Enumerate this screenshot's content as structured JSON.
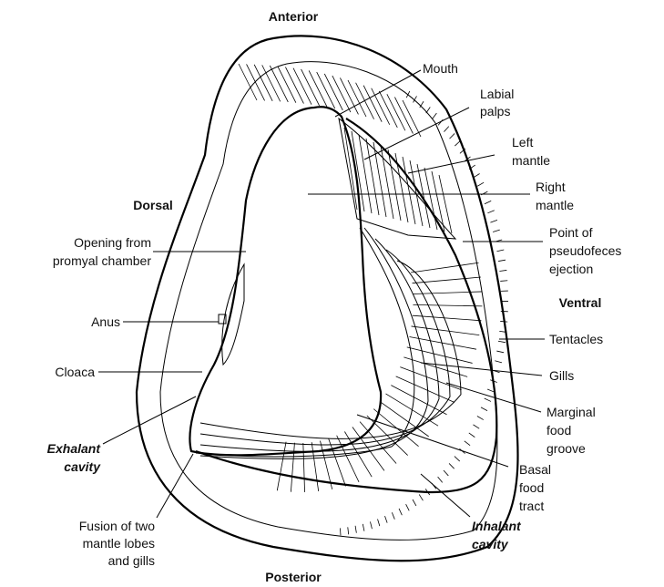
{
  "orientation": {
    "anterior": "Anterior",
    "posterior": "Posterior",
    "dorsal": "Dorsal",
    "ventral": "Ventral"
  },
  "labels": {
    "mouth": "Mouth",
    "labial_palps": [
      "Labial",
      "palps"
    ],
    "left_mantle": [
      "Left",
      "mantle"
    ],
    "right_mantle": [
      "Right",
      "mantle"
    ],
    "pseudofeces": [
      "Point of",
      "pseudofeces",
      "ejection"
    ],
    "tentacles": "Tentacles",
    "gills": "Gills",
    "marginal_food_groove": [
      "Marginal",
      "food",
      "groove"
    ],
    "basal_food_tract": [
      "Basal",
      "food",
      "tract"
    ],
    "inhalant_cavity": [
      "Inhalant",
      "cavity"
    ],
    "promyal": [
      "Opening from",
      "promyal chamber"
    ],
    "anus": "Anus",
    "cloaca": "Cloaca",
    "exhalant_cavity": [
      "Exhalant",
      "cavity"
    ],
    "fusion": [
      "Fusion of two",
      "mantle lobes",
      "and gills"
    ]
  },
  "colors": {
    "ink": "#000000",
    "background": "#ffffff"
  }
}
